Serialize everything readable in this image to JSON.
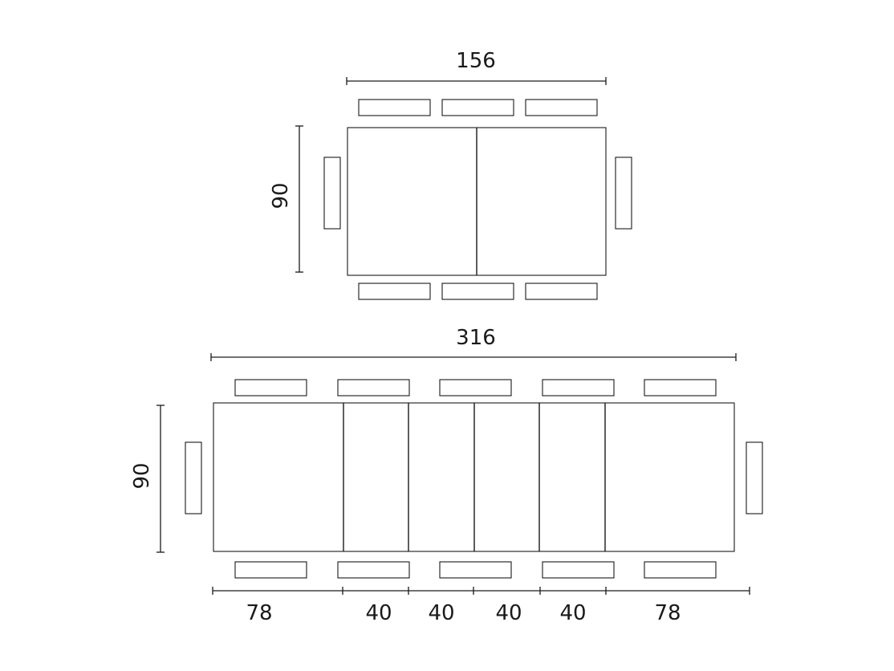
{
  "small_table": {
    "width_label": "156",
    "depth_label": "90"
  },
  "extended_table": {
    "width_label": "316",
    "depth_label": "90",
    "segment_labels": [
      "78",
      "40",
      "40",
      "40",
      "40",
      "78"
    ]
  }
}
